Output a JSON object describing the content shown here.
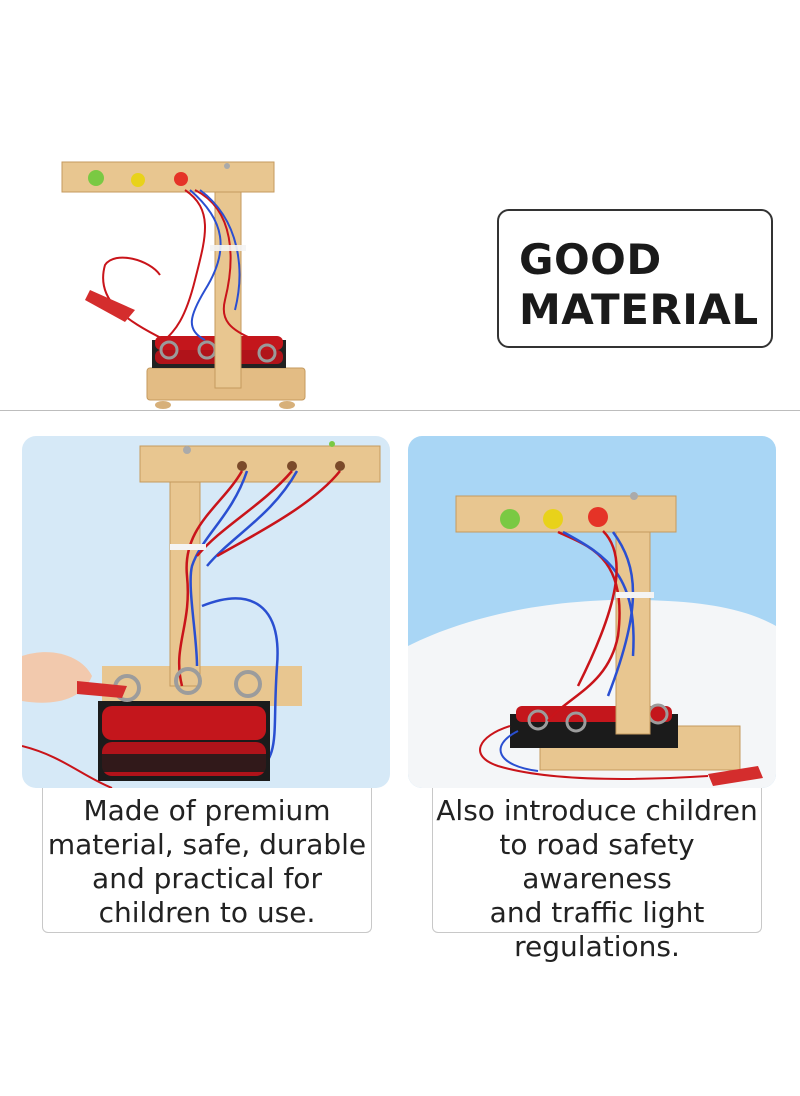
{
  "headline": {
    "line1": "GOOD",
    "line2": "MATERIAL"
  },
  "panels": [
    {
      "caption": "Made of premium\nmaterial, safe, durable\nand practical for\nchildren to use.",
      "image": "traffic-light-kit-closeup",
      "background": "#d6e9f7"
    },
    {
      "caption": "Also introduce children\nto road safety awareness\nand traffic light\nregulations.",
      "image": "traffic-light-kit-on-blue",
      "background": "#a9d6f5"
    }
  ],
  "colors": {
    "wood": "#e8c690",
    "led_green": "#7ac943",
    "led_yellow": "#e8d21a",
    "led_red": "#e53327",
    "wire_red": "#c9141a",
    "wire_blue": "#2a4fd1",
    "battery": "#c4161c"
  }
}
